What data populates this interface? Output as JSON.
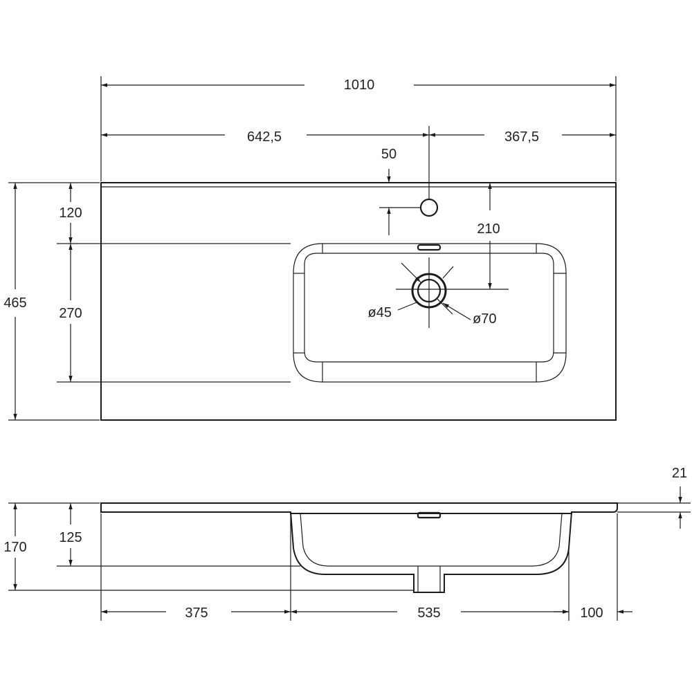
{
  "dimensions": {
    "overall_width": "1010",
    "left_offset": "642,5",
    "right_offset": "367,5",
    "tap_hole_width": "50",
    "back_to_bowl": "120",
    "bowl_depth": "270",
    "overall_depth": "465",
    "back_to_drain": "210",
    "drain_inner_diameter": "ø45",
    "drain_outer_diameter": "ø70",
    "rim_thickness": "21",
    "overall_height": "170",
    "bowl_height": "125",
    "side_left": "375",
    "bowl_width": "535",
    "side_right": "100"
  },
  "colors": {
    "line": "#1a1a1a",
    "background": "#ffffff"
  }
}
